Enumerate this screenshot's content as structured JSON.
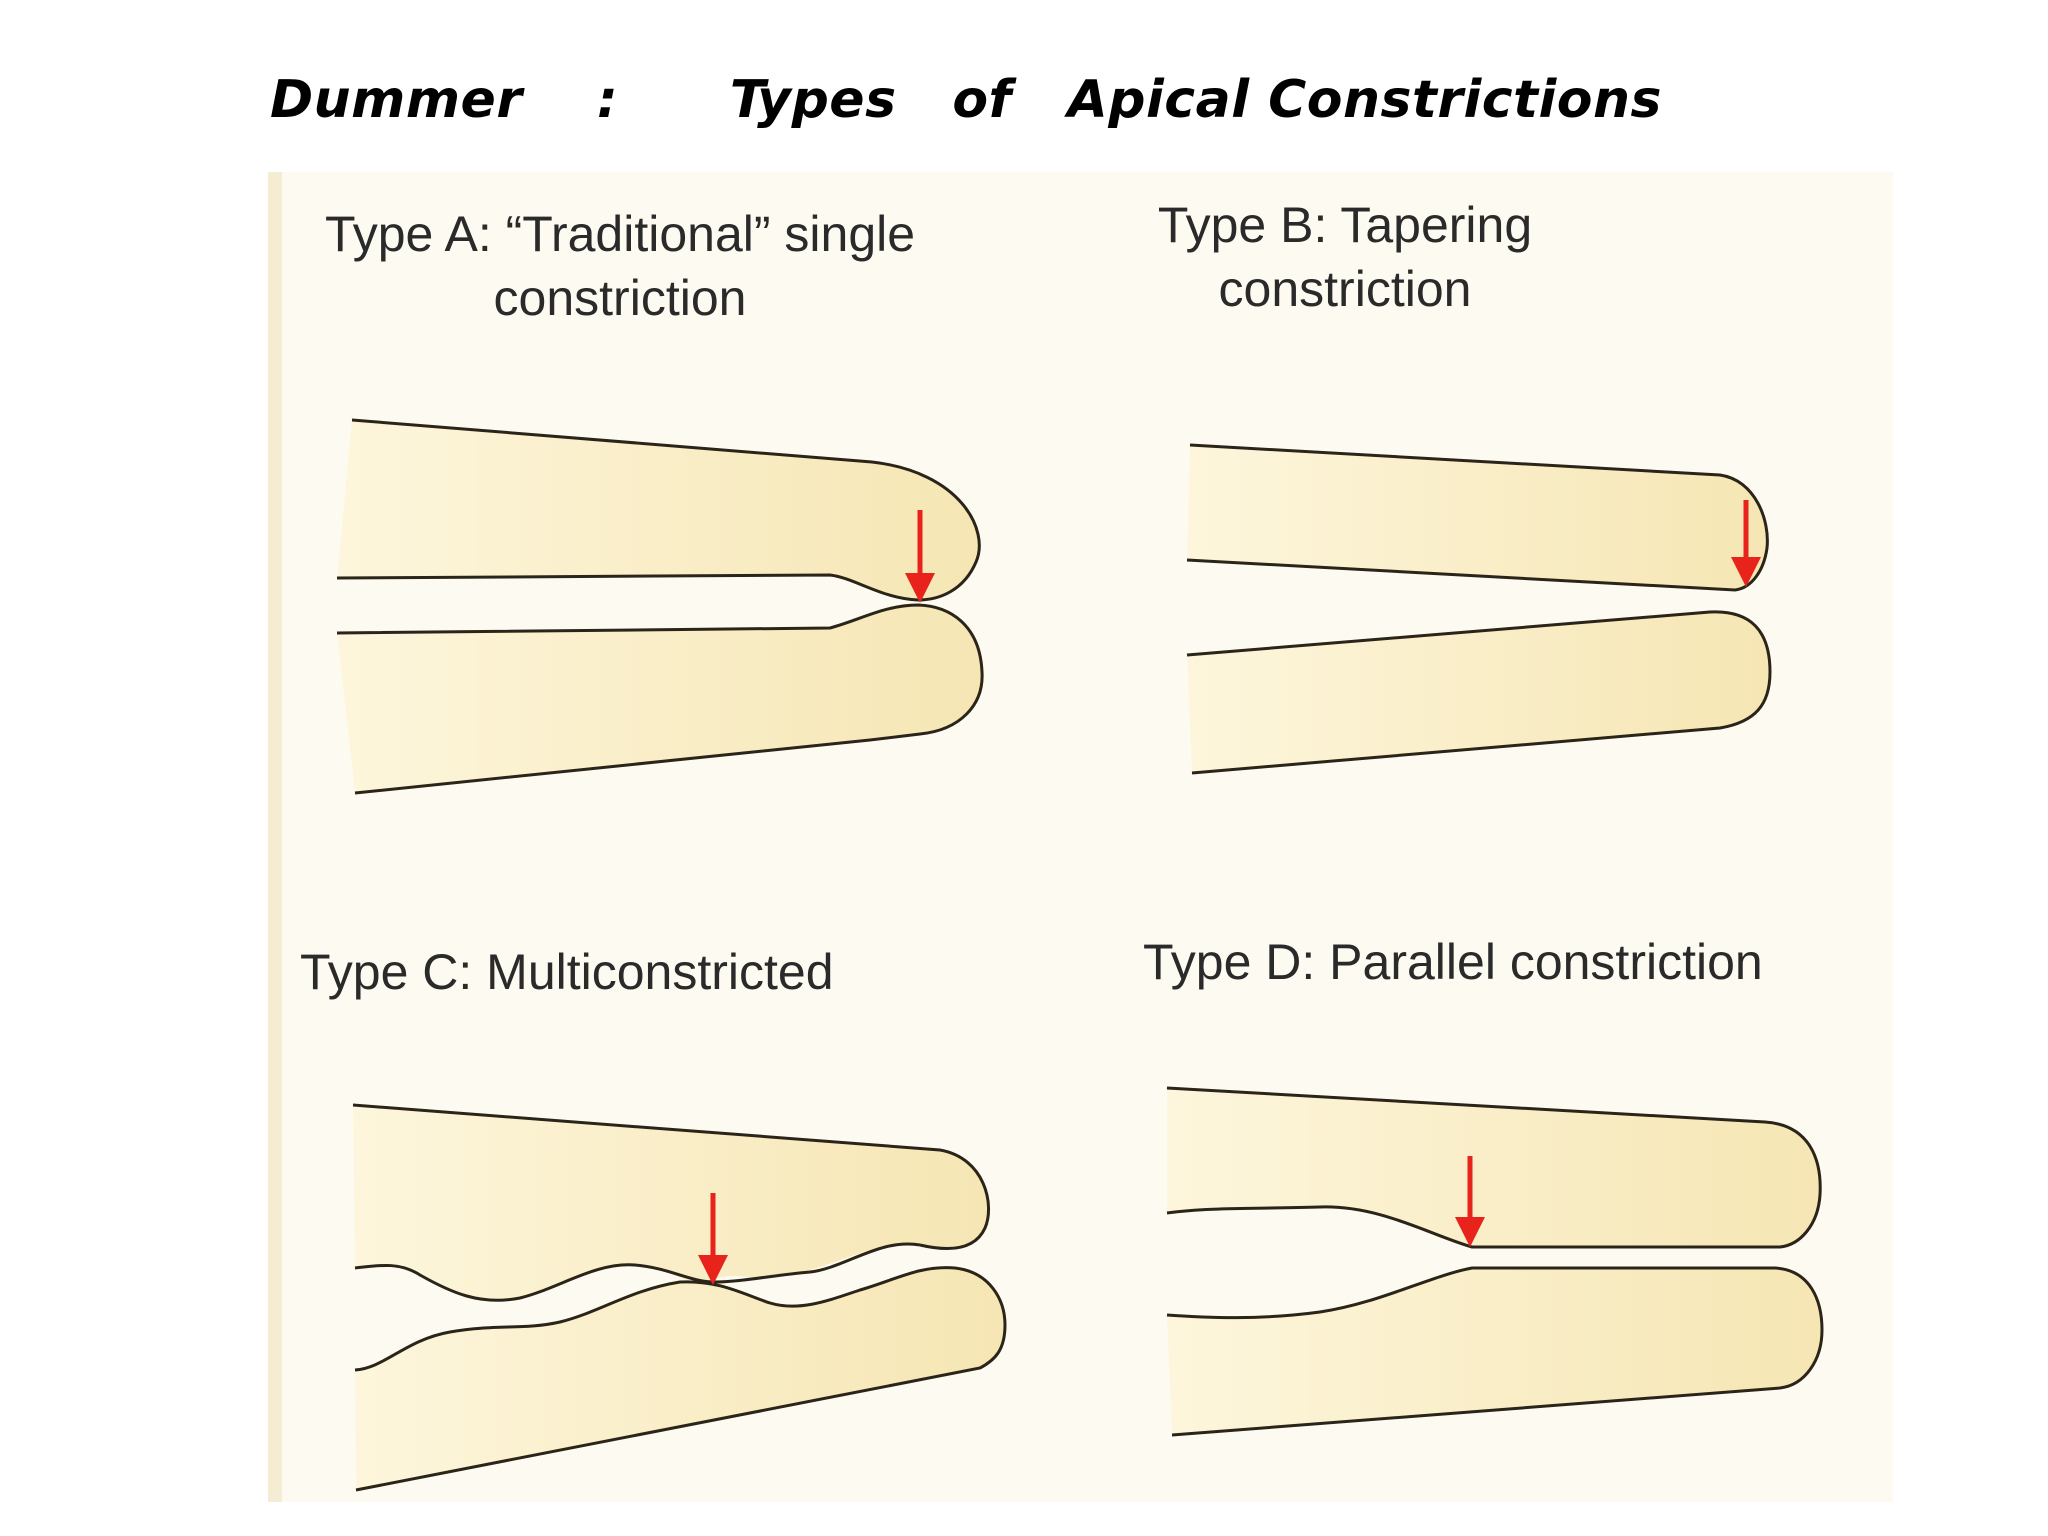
{
  "title": {
    "author": "Dummer",
    "separator": ":",
    "text": "Types   of   Apical Constrictions"
  },
  "panels": [
    {
      "id": "a",
      "caption_line1": "Type A: “Traditional” single",
      "caption_line2": "constriction"
    },
    {
      "id": "b",
      "caption_line1": "Type B: Tapering",
      "caption_line2": "constriction"
    },
    {
      "id": "c",
      "caption_line1": "Type C: Multiconstricted",
      "caption_line2": ""
    },
    {
      "id": "d",
      "caption_line1": "Type D: Parallel constriction",
      "caption_line2": ""
    }
  ],
  "colors": {
    "root_fill": "#f8ecbf",
    "outline": "#2b2418",
    "arrow": "#e8231c",
    "panel_bg": "#fdfbf1"
  }
}
